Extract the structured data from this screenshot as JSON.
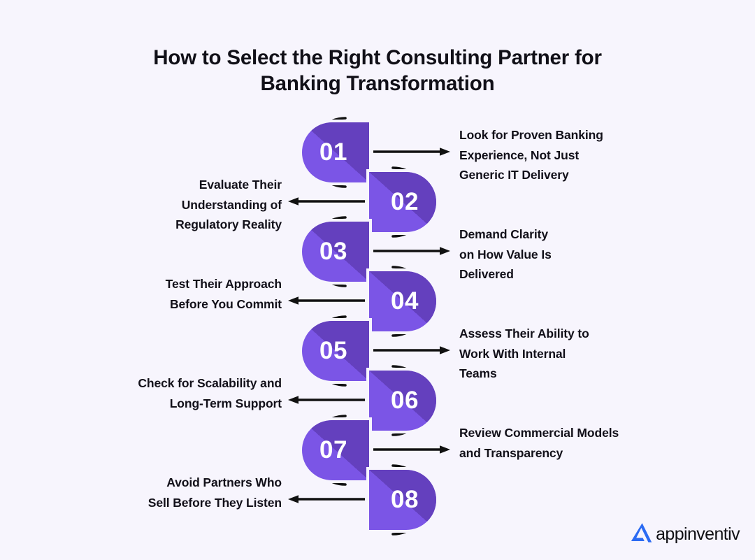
{
  "page": {
    "background_color": "#F7F5FD"
  },
  "title": {
    "line1": "How to Select the Right Consulting Partner for",
    "line2": "Banking Transformation"
  },
  "colors": {
    "badge_light_purple": "#7B55E6",
    "badge_dark_purple": "#6440BE",
    "badge_number_text": "#FFFFFF",
    "arc_stroke": "#111111",
    "arrow_stroke": "#111111",
    "body_text": "#121019",
    "logo_blue": "#2B6BF3"
  },
  "steps": [
    {
      "number": "01",
      "side": "left",
      "text_side": "right",
      "lines": [
        "Look for Proven Banking",
        "Experience, Not Just",
        "Generic IT Delivery"
      ]
    },
    {
      "number": "02",
      "side": "right",
      "text_side": "left",
      "lines": [
        "Evaluate Their",
        "Understanding of",
        "Regulatory Reality"
      ]
    },
    {
      "number": "03",
      "side": "left",
      "text_side": "right",
      "lines": [
        "Demand Clarity",
        "on How Value Is",
        "Delivered"
      ]
    },
    {
      "number": "04",
      "side": "right",
      "text_side": "left",
      "lines": [
        "Test Their Approach",
        "Before You Commit"
      ]
    },
    {
      "number": "05",
      "side": "left",
      "text_side": "right",
      "lines": [
        "Assess Their Ability to",
        "Work With Internal",
        "Teams"
      ]
    },
    {
      "number": "06",
      "side": "right",
      "text_side": "left",
      "lines": [
        "Check for Scalability and",
        "Long-Term Support"
      ]
    },
    {
      "number": "07",
      "side": "left",
      "text_side": "right",
      "lines": [
        "Review Commercial Models",
        "and Transparency"
      ]
    },
    {
      "number": "08",
      "side": "right",
      "text_side": "left",
      "lines": [
        "Avoid Partners Who",
        "Sell Before They Listen"
      ]
    }
  ],
  "logo": {
    "mark_name": "appinventiv-a-mark-icon",
    "wordmark": "appinventiv"
  }
}
